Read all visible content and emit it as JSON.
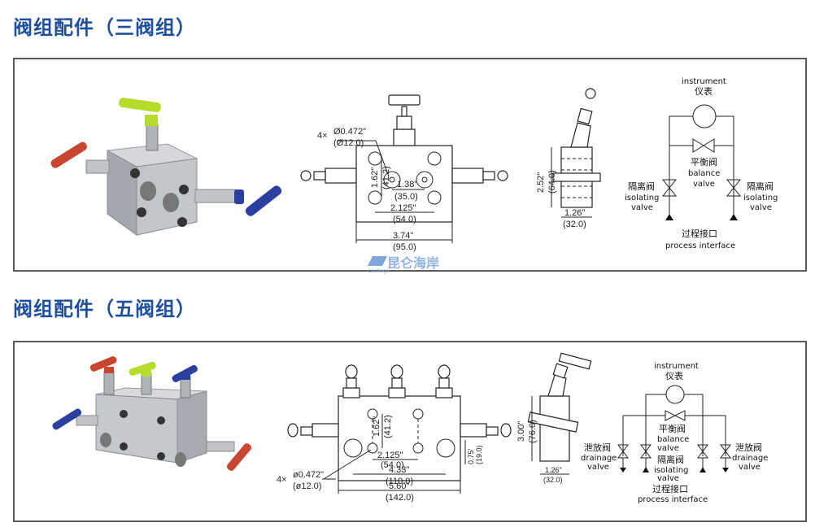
{
  "sections": [
    {
      "title": "阀组配件（三阀组）",
      "drawing": {
        "front_view": {
          "mount_holes": "4×",
          "hole_dia_in": "Ø0.472\"",
          "hole_dia_mm": "(Ø12.0)",
          "dims": [
            {
              "in": "1.62\"",
              "mm": "(41.2)"
            },
            {
              "in": "1.38\"",
              "mm": "(35.0)"
            },
            {
              "in": "2.125\"",
              "mm": "(54.0)"
            },
            {
              "in": "3.74\"",
              "mm": "(95.0)"
            }
          ]
        },
        "side_view": {
          "height_in": "2.52\"",
          "height_mm": "(64.0)",
          "width_in": "1.26\"",
          "width_mm": "(32.0)"
        },
        "schematic": {
          "instrument_en": "instrument",
          "instrument_cn": "仪表",
          "balance_cn": "平衡阀",
          "balance_en1": "balance",
          "balance_en2": "valve",
          "isolating_cn": "隔离阀",
          "isolating_en1": "isolating",
          "isolating_en2": "valve",
          "process_cn": "过程接口",
          "process_en": "process interface"
        }
      },
      "watermark": {
        "text": "昆仑海岸",
        "sub": "Coalinga"
      }
    },
    {
      "title": "阀组配件（五阀组）",
      "drawing": {
        "front_view": {
          "mount_holes": "4×",
          "hole_dia_in": "ø0.472\"",
          "hole_dia_mm": "(ø12.0)",
          "dims": [
            {
              "in": "1.62\"",
              "mm": "(41.2)"
            },
            {
              "in": "2.125\"",
              "mm": "(54.0)"
            },
            {
              "in": "4.33\"",
              "mm": "(110.0)"
            },
            {
              "in": "5.60\"",
              "mm": "(142.0)"
            },
            {
              "in": "0.75'",
              "mm": "(19.0)"
            }
          ]
        },
        "side_view": {
          "height_in": "3.00\"",
          "height_mm": "(76.0)",
          "width_in": "1.26\"",
          "width_mm": "(32.0)"
        },
        "schematic": {
          "instrument_en": "instrument",
          "instrument_cn": "仪表",
          "balance_cn": "平衡阀",
          "balance_en1": "balance",
          "balance_en2": "valve",
          "isolating_cn": "隔离阀",
          "isolating_en1": "isolating",
          "isolating_en2": "valve",
          "drainage_cn": "泄放阀",
          "drainage_en1": "drainage",
          "drainage_en2": "valve",
          "process_cn": "过程接口",
          "process_en": "process interface"
        }
      }
    }
  ],
  "colors": {
    "title": "#1e4e9e",
    "handle_red": "#c8452f",
    "handle_green": "#b5dc2a",
    "handle_blue": "#2a3f9e",
    "body_steel": "#b9bcc2"
  }
}
